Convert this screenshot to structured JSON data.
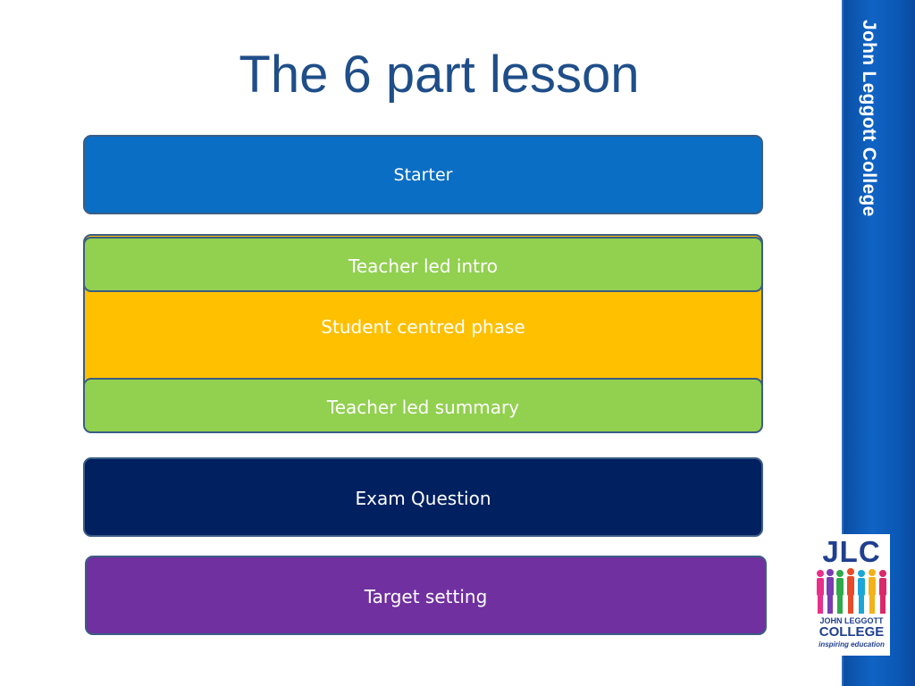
{
  "slide": {
    "title": "The 6 part lesson",
    "side_text": "John Leggott College"
  },
  "boxes": {
    "starter": "Starter",
    "teacher_intro": "Teacher led intro",
    "student_phase": "Student centred phase",
    "teacher_summary": "Teacher led summary",
    "exam_question": "Exam Question",
    "target_setting": "Target setting"
  },
  "logo": {
    "initials": "JLC",
    "name_line1": "JOHN LEGGOTT",
    "name_line2": "COLLEGE",
    "tagline": "inspiring education"
  },
  "colors": {
    "title": "#1f4e89",
    "side_bar": "#0b58b6",
    "starter": "#0a6ec4",
    "teacher_led": "#92d050",
    "student_phase": "#ffc000",
    "exam_question": "#012060",
    "target_setting": "#7030a0"
  }
}
